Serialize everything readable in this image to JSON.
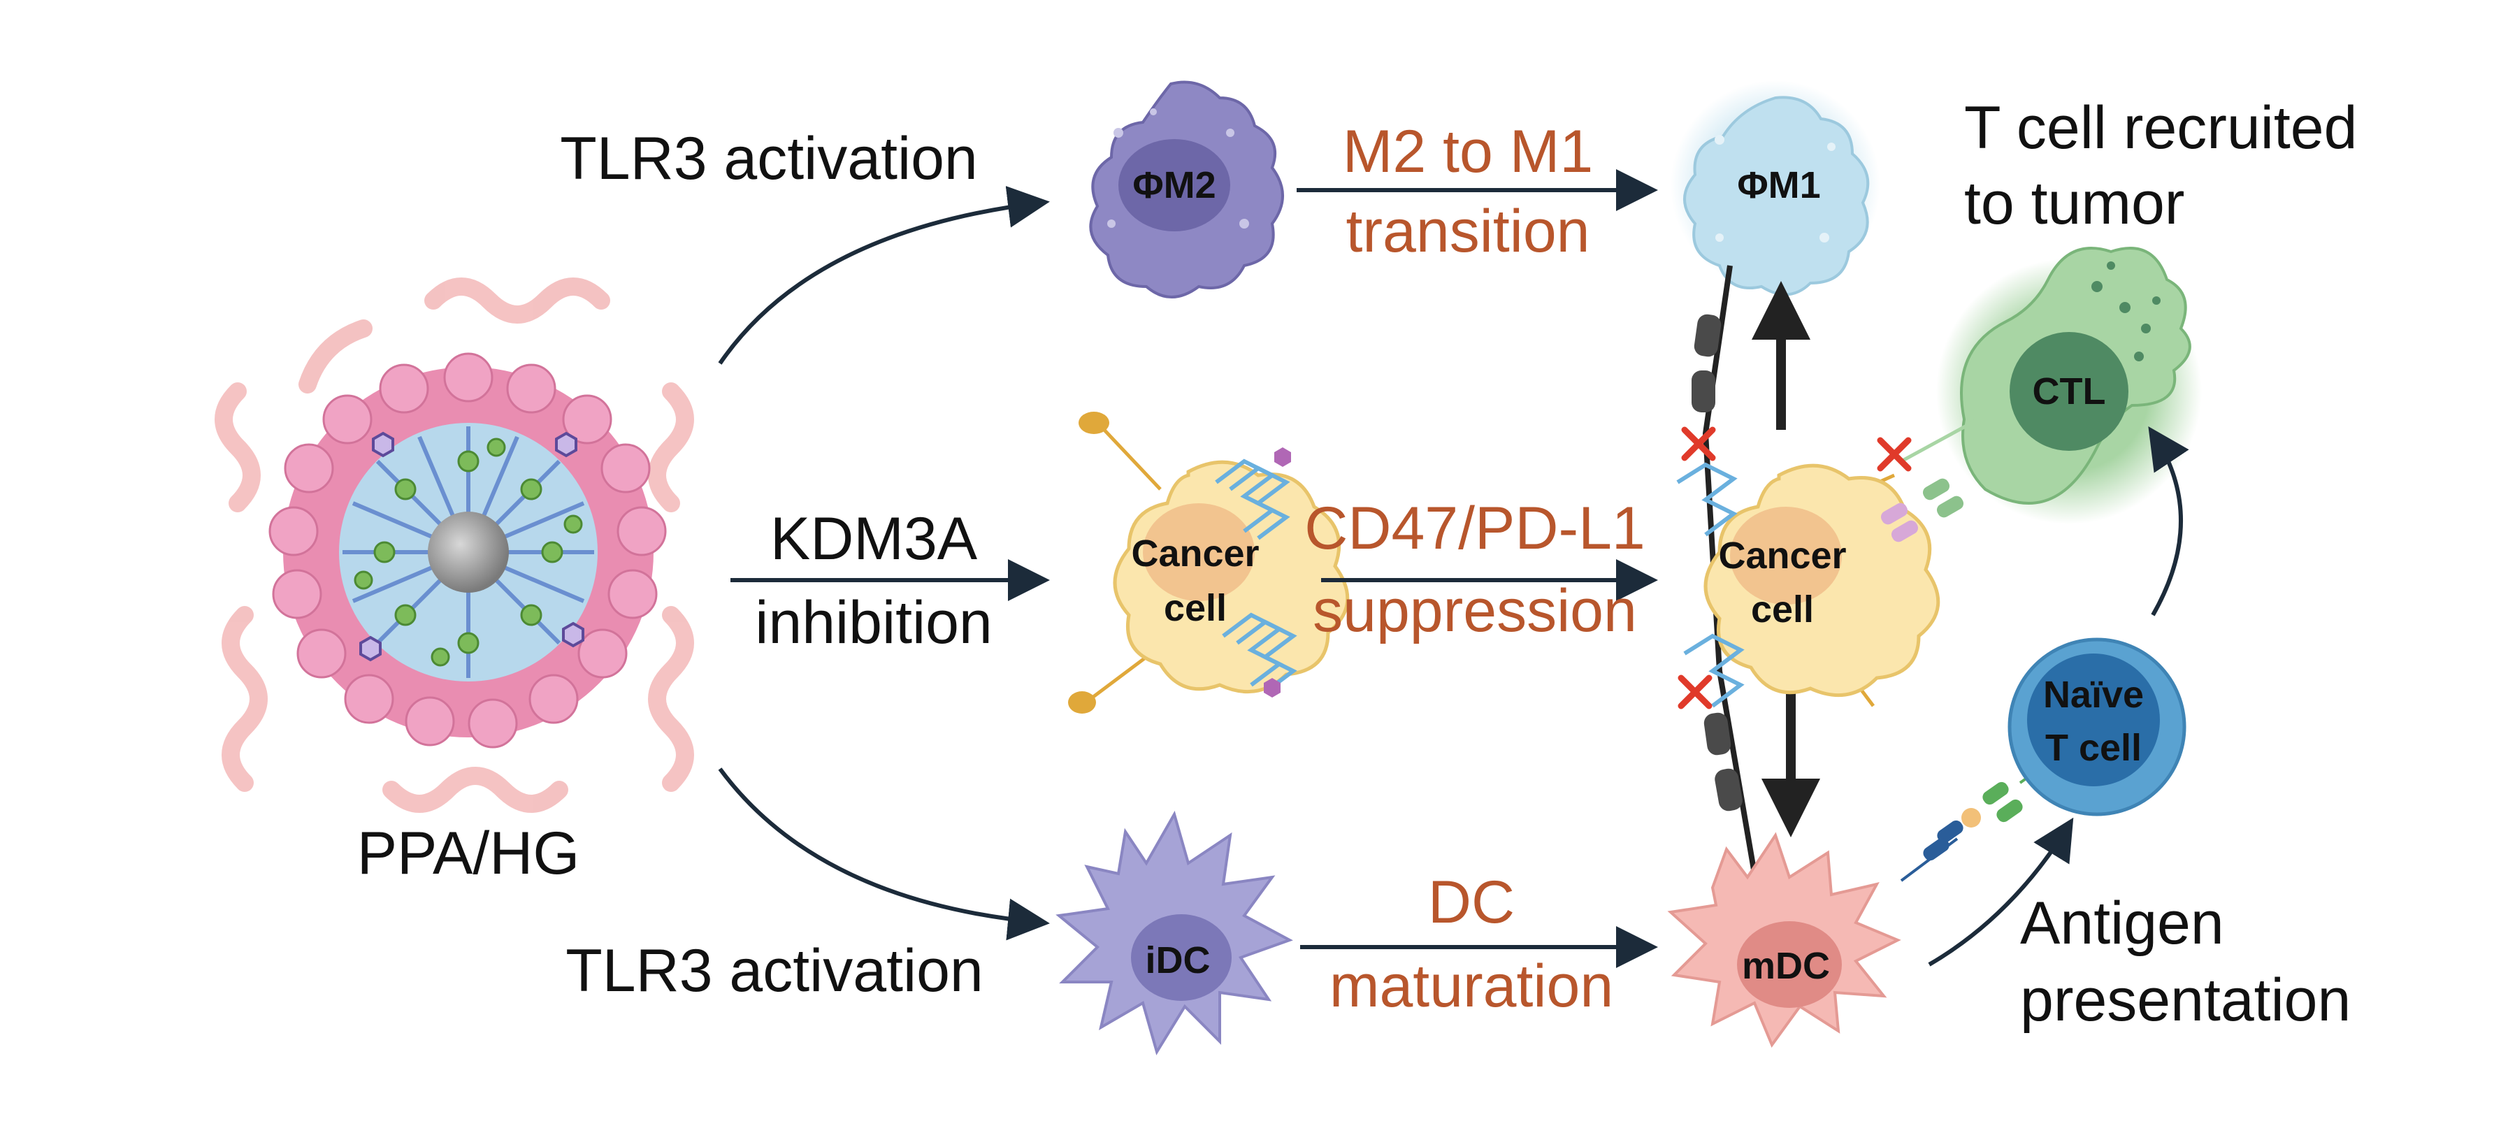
{
  "nanoparticle": {
    "label": "PPA/HG"
  },
  "pathways": {
    "top": {
      "trigger": "TLR3 activation",
      "process_line1": "M2 to M1",
      "process_line2": "transition"
    },
    "middle": {
      "trigger_line1": "KDM3A",
      "trigger_line2": "inhibition",
      "process_line1": "CD47/PD-L1",
      "process_line2": "suppression"
    },
    "bottom": {
      "trigger": "TLR3 activation",
      "process_line1": "DC",
      "process_line2": "maturation"
    }
  },
  "cells": {
    "m2": "ΦM2",
    "m1": "ΦM1",
    "cancer_left_line1": "Cancer",
    "cancer_left_line2": "cell",
    "cancer_right_line1": "Cancer",
    "cancer_right_line2": "cell",
    "idc": "iDC",
    "mdc": "mDC",
    "ctl": "CTL",
    "naive_line1": "Naïve",
    "naive_line2": "T cell"
  },
  "outcomes": {
    "t_cell_line1": "T cell recruited",
    "t_cell_line2": "to tumor",
    "antigen_line1": "Antigen",
    "antigen_line2": "presentation"
  },
  "colors": {
    "arrow": "#1c2b3a",
    "process_text": "#b8562c",
    "m2_cell": "#8e88c4",
    "m1_cell": "#bfe0ef",
    "cancer_cell": "#fbe6ad",
    "dendritic_cell": "#a6a3d6",
    "mature_dc": "#f5b9b4",
    "ctl_cell": "#a8d5a4",
    "naive_t_cell": "#5aa2d1",
    "blocked_mark": "#e03a2a"
  }
}
